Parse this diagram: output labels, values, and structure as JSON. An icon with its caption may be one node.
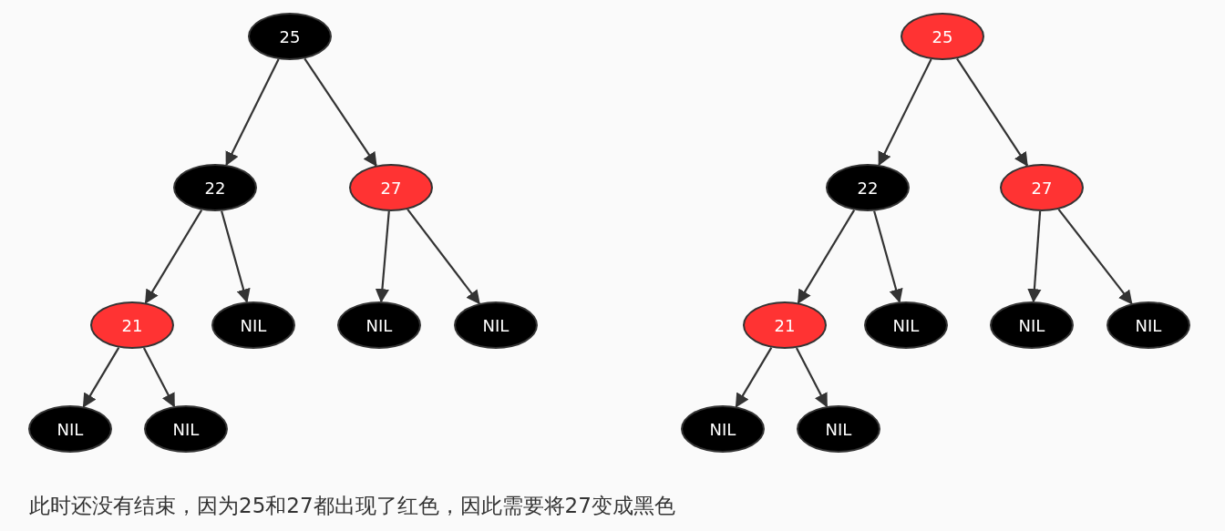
{
  "diagram": {
    "caption": "此时还没有结束，因为25和27都出现了红色，因此需要将27变成黑色",
    "nodes": [
      {
        "text": [
          "25"
        ]
      },
      {
        "text": [
          "22"
        ]
      },
      {
        "text": [
          "27"
        ]
      },
      {
        "text": [
          "21"
        ]
      },
      {
        "text": [
          "NIL"
        ]
      },
      {
        "text": [
          "NIL"
        ]
      },
      {
        "text": [
          "NIL"
        ]
      },
      {
        "text": [
          "NIL"
        ]
      },
      {
        "text": [
          "NIL"
        ]
      },
      {
        "text": [
          "25"
        ]
      },
      {
        "text": [
          "22"
        ]
      },
      {
        "text": [
          "27"
        ]
      },
      {
        "text": [
          "21"
        ]
      },
      {
        "text": [
          "NIL"
        ]
      },
      {
        "text": [
          "NIL"
        ]
      },
      {
        "text": [
          "NIL"
        ]
      },
      {
        "text": [
          "NIL"
        ]
      },
      {
        "text": [
          "NIL"
        ]
      }
    ],
    "edges": [
      {
        "from": 0,
        "to": 1,
        "arrow": "to"
      },
      {
        "from": 0,
        "to": 2,
        "arrow": "to"
      },
      {
        "from": 1,
        "to": 3,
        "arrow": "to"
      },
      {
        "from": 1,
        "to": 4,
        "arrow": "to"
      },
      {
        "from": 2,
        "to": 5,
        "arrow": "to"
      },
      {
        "from": 2,
        "to": 6,
        "arrow": "to"
      },
      {
        "from": 3,
        "to": 7,
        "arrow": "to"
      },
      {
        "from": 3,
        "to": 8,
        "arrow": "to"
      },
      {
        "from": 9,
        "to": 10,
        "arrow": "to"
      },
      {
        "from": 9,
        "to": 11,
        "arrow": "to"
      },
      {
        "from": 10,
        "to": 12,
        "arrow": "to"
      },
      {
        "from": 10,
        "to": 13,
        "arrow": "to"
      },
      {
        "from": 11,
        "to": 14,
        "arrow": "to"
      },
      {
        "from": 11,
        "to": 15,
        "arrow": "to"
      },
      {
        "from": 12,
        "to": 16,
        "arrow": "to"
      },
      {
        "from": 12,
        "to": 17,
        "arrow": "to"
      }
    ]
  }
}
